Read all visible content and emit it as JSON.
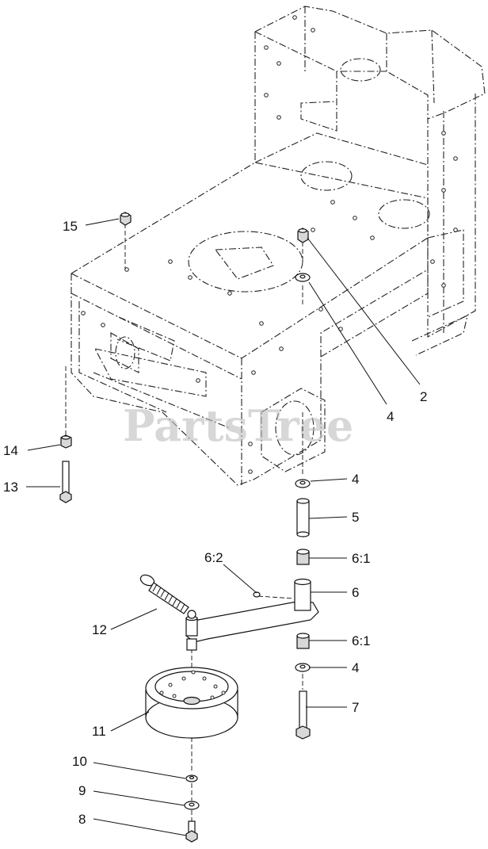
{
  "watermark": "PartsTree",
  "callouts": [
    {
      "id": "15",
      "label": "15"
    },
    {
      "id": "2",
      "label": "2"
    },
    {
      "id": "4a",
      "label": "4"
    },
    {
      "id": "14",
      "label": "14"
    },
    {
      "id": "13",
      "label": "13"
    },
    {
      "id": "4b",
      "label": "4"
    },
    {
      "id": "5",
      "label": "5"
    },
    {
      "id": "6-1a",
      "label": "6:1"
    },
    {
      "id": "6-2",
      "label": "6:2"
    },
    {
      "id": "6",
      "label": "6"
    },
    {
      "id": "12",
      "label": "12"
    },
    {
      "id": "6-1b",
      "label": "6:1"
    },
    {
      "id": "4c",
      "label": "4"
    },
    {
      "id": "7",
      "label": "7"
    },
    {
      "id": "11",
      "label": "11"
    },
    {
      "id": "10",
      "label": "10"
    },
    {
      "id": "9",
      "label": "9"
    },
    {
      "id": "8",
      "label": "8"
    }
  ]
}
